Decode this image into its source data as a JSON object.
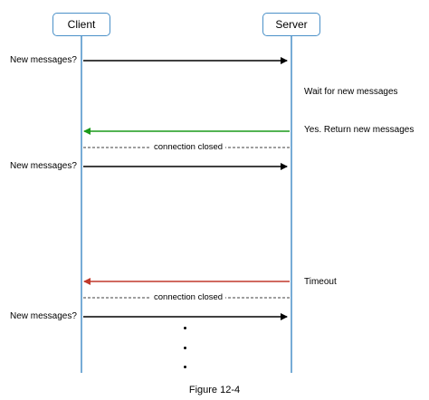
{
  "actors": {
    "client": "Client",
    "server": "Server"
  },
  "messages": [
    {
      "label": "New messages?"
    },
    {
      "label": "New messages?"
    },
    {
      "label": "New messages?"
    }
  ],
  "notes": {
    "wait": "Wait for new messages",
    "yes_return": "Yes. Return new messages",
    "timeout": "Timeout"
  },
  "connection_closed": [
    "connection closed",
    "connection closed"
  ],
  "caption": "Figure 12-4",
  "colors": {
    "lifeline": "#4a90c8",
    "request_arrow": "#000000",
    "success_response": "#1a9a1a",
    "timeout_response": "#c0392b"
  }
}
